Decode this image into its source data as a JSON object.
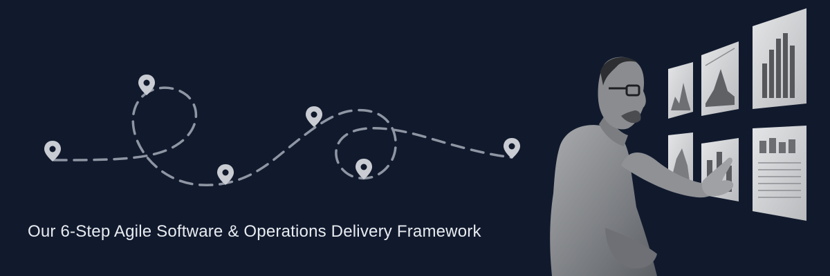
{
  "banner": {
    "headline": "Our 6-Step Agile Software & Operations Delivery Framework",
    "route_step_count": 6,
    "colors": {
      "background": "#111a2d",
      "route_line": "#8f96a3",
      "pin": "#c9ccd2",
      "headline_text": "#e8ebf0"
    },
    "icons": [
      "location-pin-icon"
    ],
    "photo_subject": "man-pointing-at-dashboard-screens"
  }
}
